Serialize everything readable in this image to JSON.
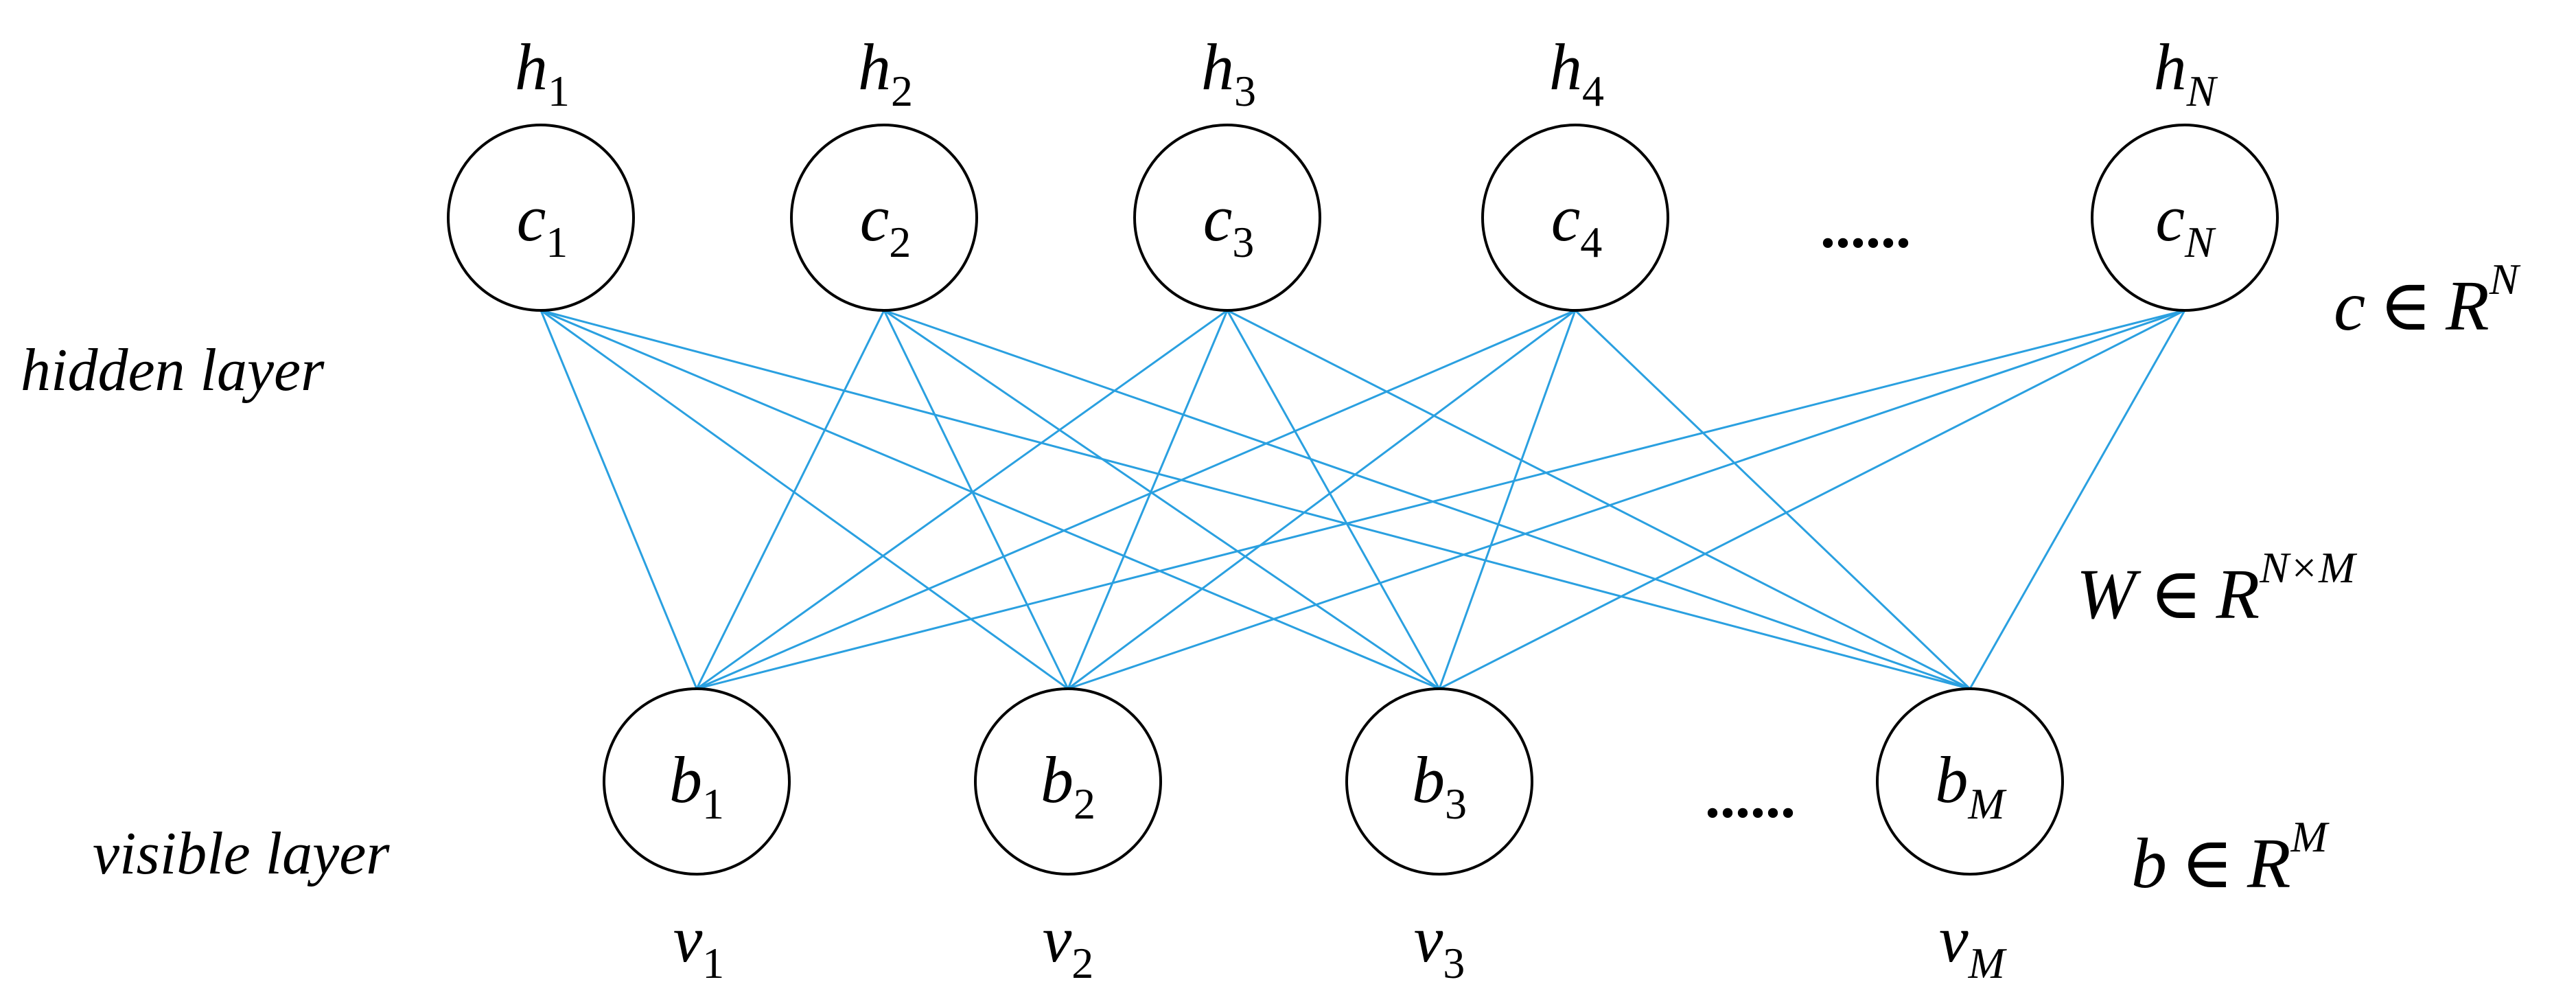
{
  "layer_labels": {
    "hidden": "hidden layer",
    "visible": "visible layer"
  },
  "hidden_units": [
    {
      "state": "h",
      "state_sub": "1",
      "bias": "c",
      "bias_sub": "1"
    },
    {
      "state": "h",
      "state_sub": "2",
      "bias": "c",
      "bias_sub": "2"
    },
    {
      "state": "h",
      "state_sub": "3",
      "bias": "c",
      "bias_sub": "3"
    },
    {
      "state": "h",
      "state_sub": "4",
      "bias": "c",
      "bias_sub": "4"
    },
    {
      "state": "h",
      "state_sub": "N",
      "bias": "c",
      "bias_sub": "N"
    }
  ],
  "visible_units": [
    {
      "state": "v",
      "state_sub": "1",
      "bias": "b",
      "bias_sub": "1"
    },
    {
      "state": "v",
      "state_sub": "2",
      "bias": "b",
      "bias_sub": "2"
    },
    {
      "state": "v",
      "state_sub": "3",
      "bias": "b",
      "bias_sub": "3"
    },
    {
      "state": "v",
      "state_sub": "M",
      "bias": "b",
      "bias_sub": "M"
    }
  ],
  "ellipsis": "......",
  "formulas": {
    "hidden_bias": {
      "lhs": "c",
      "in": "∈",
      "space": "R",
      "sup": "N"
    },
    "weights": {
      "lhs": "W",
      "in": "∈",
      "space": "R",
      "sup": "N×M"
    },
    "visible_bias": {
      "lhs": "b",
      "in": "∈",
      "space": "R",
      "sup": "M"
    }
  },
  "colors": {
    "edge": "#2aa0e0",
    "node_stroke": "#000000"
  }
}
